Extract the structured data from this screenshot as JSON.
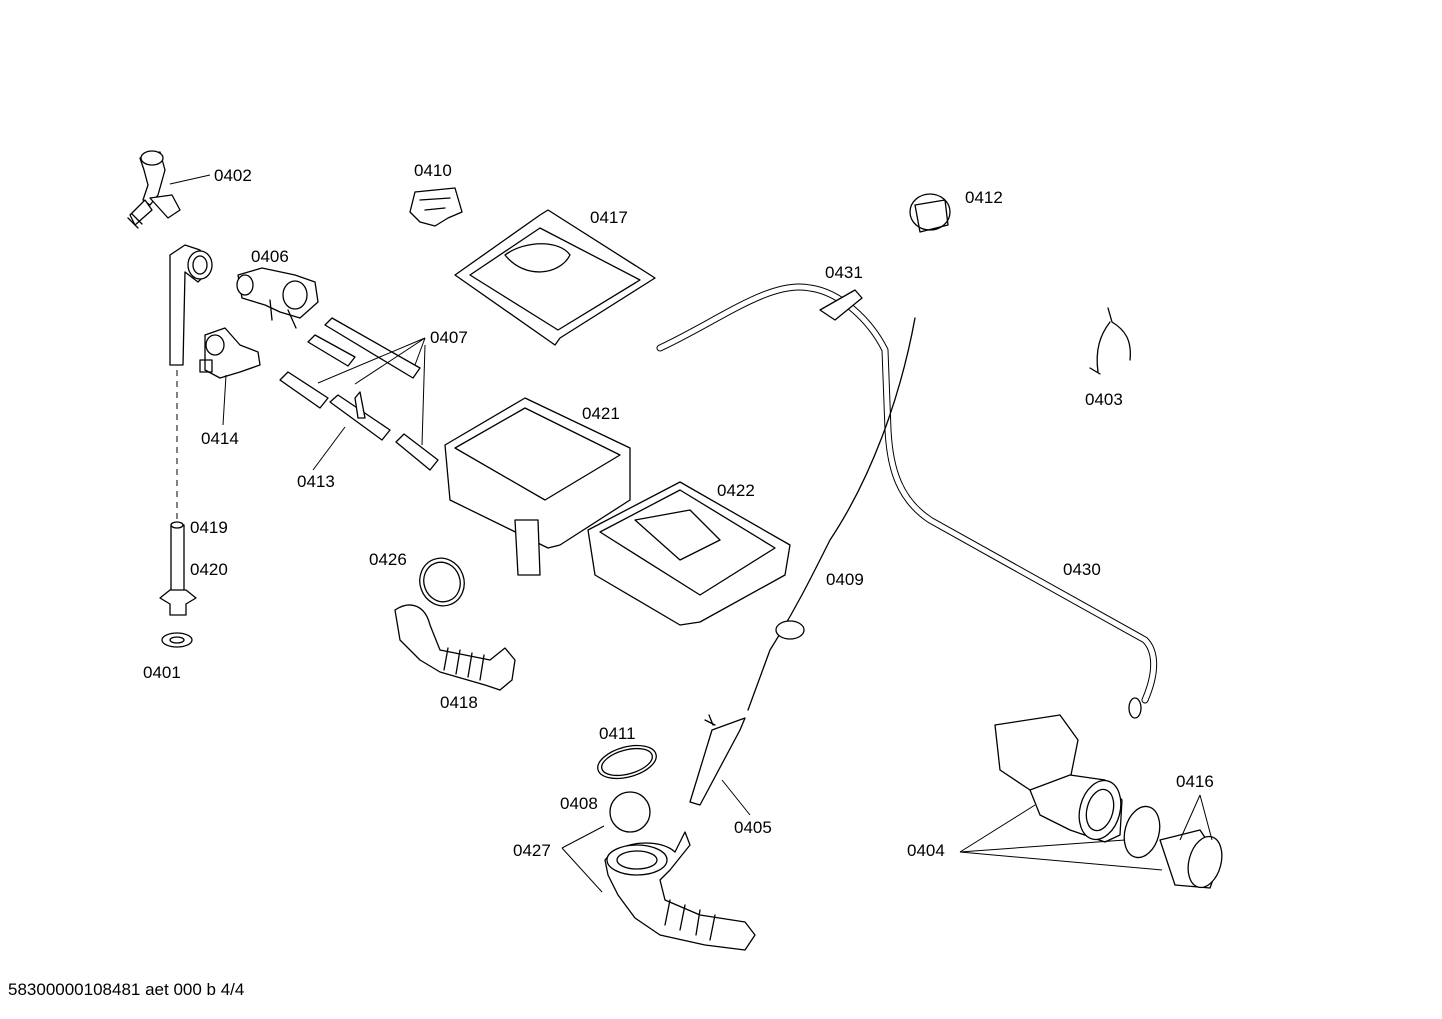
{
  "labels": {
    "p0401": "0401",
    "p0402": "0402",
    "p0403": "0403",
    "p0404": "0404",
    "p0405": "0405",
    "p0406": "0406",
    "p0407": "0407",
    "p0408": "0408",
    "p0409": "0409",
    "p0410": "0410",
    "p0411": "0411",
    "p0412": "0412",
    "p0413": "0413",
    "p0414": "0414",
    "p0416": "0416",
    "p0417": "0417",
    "p0418": "0418",
    "p0419": "0419",
    "p0420": "0420",
    "p0421": "0421",
    "p0422": "0422",
    "p0426": "0426",
    "p0427": "0427",
    "p0430": "0430",
    "p0431": "0431"
  },
  "footer": "58300000108481 aet 000 b 4/4"
}
